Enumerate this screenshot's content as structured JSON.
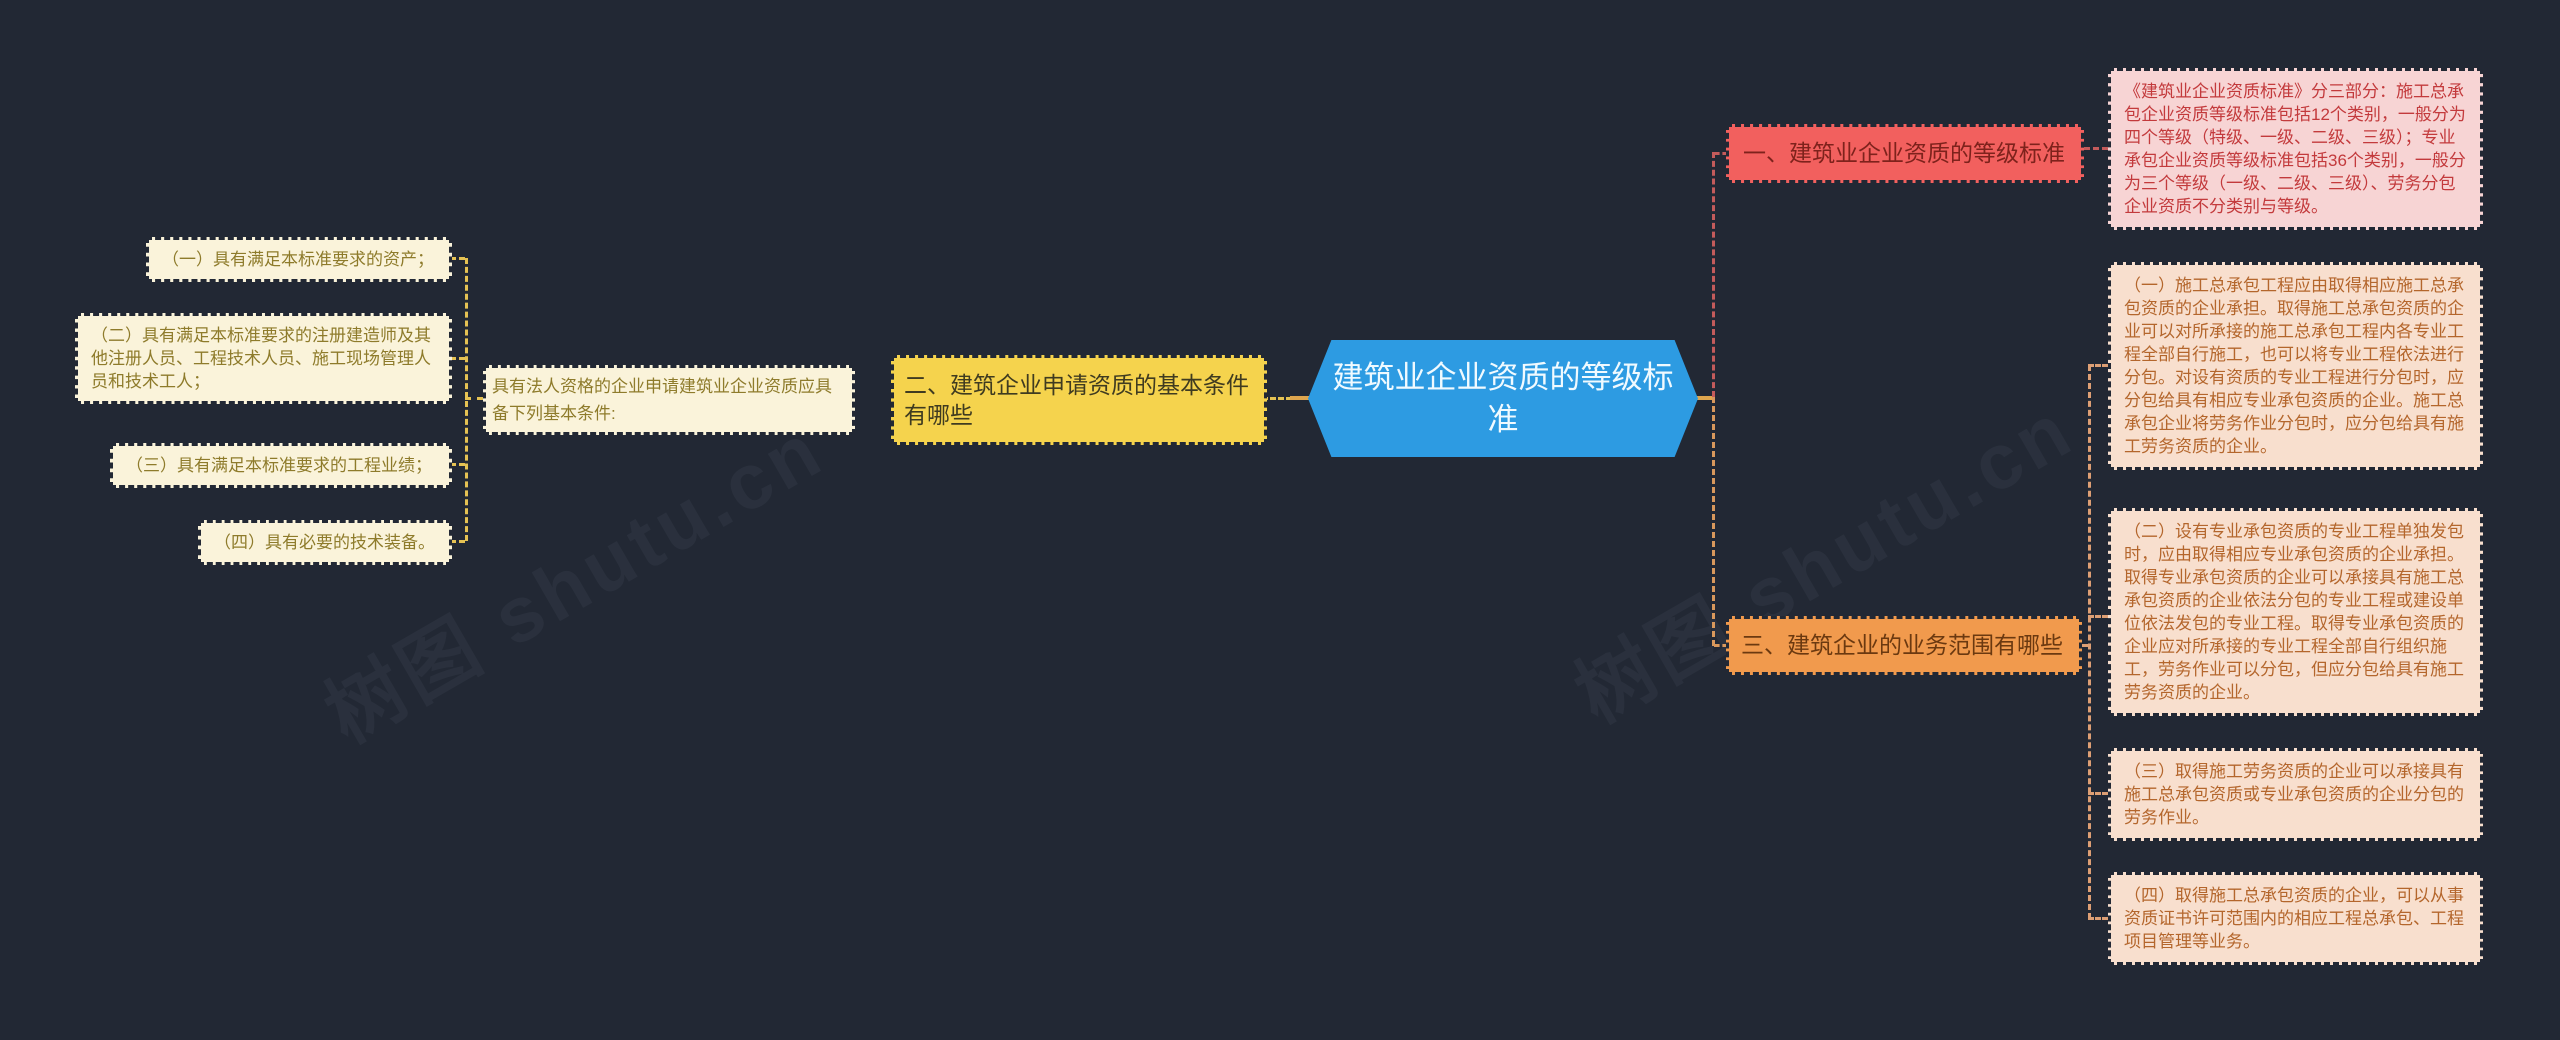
{
  "page": {
    "background": "#222834",
    "type": "mindmap"
  },
  "watermark": {
    "text": "树图 shutu.cn"
  },
  "mindmap": {
    "root": {
      "label": "建筑业企业资质的等级标准"
    },
    "branches": {
      "basic_conditions": {
        "topic": "二、建筑企业申请资质的基本条件有哪些",
        "intro": "具有法人资格的企业申请建筑业企业资质应具备下列基本条件:",
        "items": [
          "（一）具有满足本标准要求的资产；",
          "（二）具有满足本标准要求的注册建造师及其他注册人员、工程技术人员、施工现场管理人员和技术工人；",
          "（三）具有满足本标准要求的工程业绩；",
          "（四）具有必要的技术装备。"
        ]
      },
      "grade_standard": {
        "topic": "一、建筑业企业资质的等级标准",
        "detail": "《建筑业企业资质标准》分三部分：施工总承包企业资质等级标准包括12个类别，一般分为四个等级（特级、一级、二级、三级）；专业承包企业资质等级标准包括36个类别，一般分为三个等级（一级、二级、三级）、劳务分包企业资质不分类别与等级。"
      },
      "business_scope": {
        "topic": "三、建筑企业的业务范围有哪些",
        "items": [
          "（一）施工总承包工程应由取得相应施工总承包资质的企业承担。取得施工总承包资质的企业可以对所承接的施工总承包工程内各专业工程全部自行施工，也可以将专业工程依法进行分包。对设有资质的专业工程进行分包时，应分包给具有相应专业承包资质的企业。施工总承包企业将劳务作业分包时，应分包给具有施工劳务资质的企业。",
          "（二）设有专业承包资质的专业工程单独发包时，应由取得相应专业承包资质的企业承担。取得专业承包资质的企业可以承接具有施工总承包资质的企业依法分包的专业工程或建设单位依法发包的专业工程。取得专业承包资质的企业应对所承接的专业工程全部自行组织施工，劳务作业可以分包，但应分包给具有施工劳务资质的企业。",
          "（三）取得施工劳务资质的企业可以承接具有施工总承包资质或专业承包资质的企业分包的劳务作业。",
          "（四）取得施工总承包资质的企业，可以从事资质证书许可范围内的相应工程总承包、工程项目管理等业务。"
        ]
      }
    }
  },
  "colors": {
    "background": "#222834",
    "root_node": "#2D9BE2",
    "basic_topic": "#F5D34D",
    "condition_box": "#FAF3DA",
    "grade_topic": "#F2605E",
    "grade_detail": "#F7D4D4",
    "scope_topic": "#F19A4D",
    "scope_detail": "#F8DFCE",
    "connector_yellow": "#E5C253",
    "connector_red": "#C45B5B",
    "connector_orange": "#D9985C",
    "connector_salmon": "#DE9F74"
  }
}
